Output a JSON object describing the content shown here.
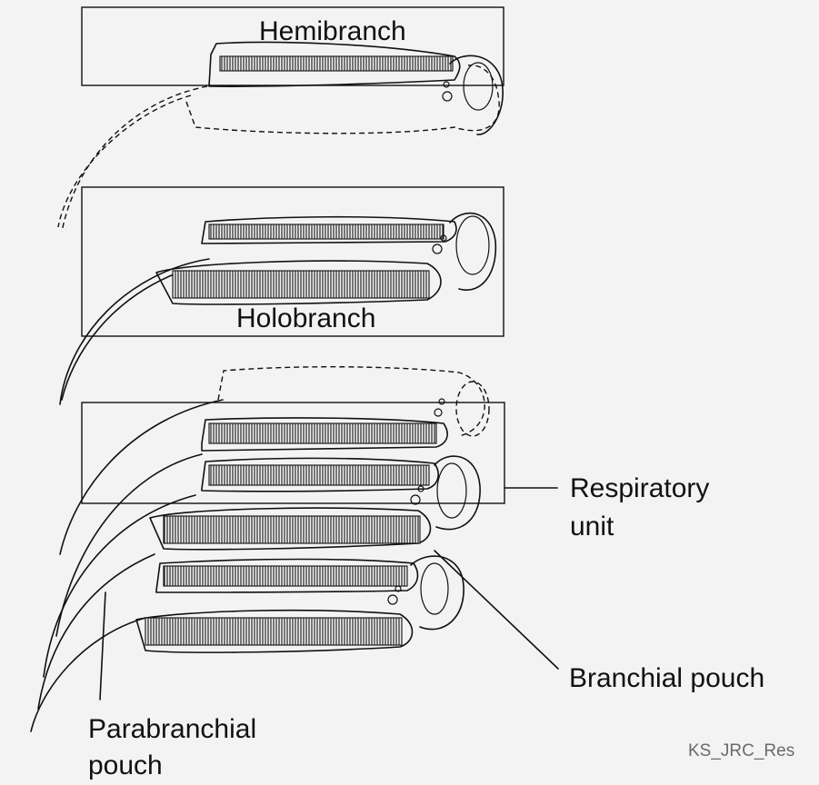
{
  "labels": {
    "hemibranch": "Hemibranch",
    "holobranch": "Holobranch",
    "respiratory_line1": "Respiratory",
    "respiratory_line2": "unit",
    "branchial_pouch": "Branchial pouch",
    "parabranchial_line1": "Parabranchial",
    "parabranchial_line2": "pouch"
  },
  "credit": "KS_JRC_Res"
}
